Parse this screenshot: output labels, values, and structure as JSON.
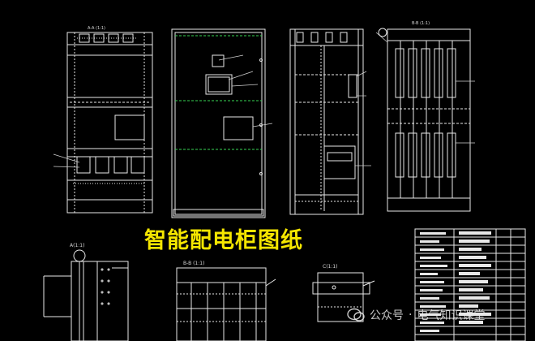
{
  "title": "智能配电柜图纸",
  "watermark": {
    "platform": "公众号",
    "separator": "·",
    "account": "电气知识课堂"
  },
  "colors": {
    "background": "#000000",
    "outline": "#e8e8e8",
    "title": "#f5e600",
    "dashed_accent": "#39d353",
    "leader": "#cfcfcf"
  },
  "views": [
    {
      "id": "front-view-1",
      "scale_label": "A-A (1:1)"
    },
    {
      "id": "front-view-2",
      "scale_label": ""
    },
    {
      "id": "side-view",
      "scale_label": ""
    },
    {
      "id": "rear-view",
      "scale_label": "B-B (1:1)"
    }
  ],
  "details": [
    {
      "id": "detail-left",
      "label": "A(1:1)"
    },
    {
      "id": "detail-center",
      "label": "B-B (1:1)"
    },
    {
      "id": "detail-right",
      "label": "C(1:1)"
    }
  ]
}
